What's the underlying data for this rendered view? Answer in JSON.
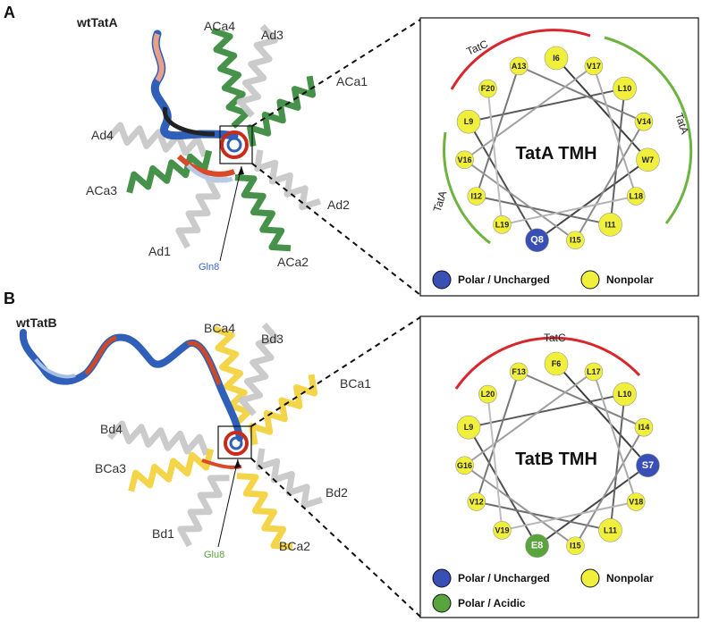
{
  "panel_a": {
    "letter": "A",
    "protein": "wtTatA",
    "helices": [
      "ACa4",
      "Ad3",
      "ACa1",
      "Ad4",
      "ACa3",
      "Ad2",
      "Ad1",
      "ACa2"
    ],
    "residue_tag": "Gln8",
    "wheel": {
      "title": "TatA TMH",
      "arc_labels": [
        "TatC",
        "TatA",
        "TatA"
      ],
      "residues": [
        "I6",
        "V17",
        "L10",
        "V14",
        "W7",
        "L18",
        "I11",
        "I15",
        "Q8",
        "L19",
        "I12",
        "V16",
        "L9",
        "F20",
        "A13"
      ],
      "legend": [
        "Polar / Uncharged",
        "Nonpolar"
      ]
    }
  },
  "panel_b": {
    "letter": "B",
    "protein": "wtTatB",
    "helices": [
      "BCa4",
      "Bd3",
      "BCa1",
      "Bd4",
      "BCa3",
      "Bd2",
      "Bd1",
      "BCa2"
    ],
    "residue_tag": "Glu8",
    "wheel": {
      "title": "TatB TMH",
      "arc_labels": [
        "TatC"
      ],
      "residues": [
        "F6",
        "L17",
        "L10",
        "I14",
        "S7",
        "V18",
        "L11",
        "I15",
        "E8",
        "V19",
        "V12",
        "G16",
        "L9",
        "L20",
        "F13"
      ],
      "legend": [
        "Polar / Uncharged",
        "Nonpolar",
        "Polar / Acidic"
      ]
    }
  },
  "colors": {
    "nonpolar": "#f0ef3c",
    "polar_uncharged": "#3a4fb5",
    "polar_acidic": "#5aa43e",
    "tatc_arc": "#d8262b",
    "tata_arc": "#6db33f",
    "tata_helix": "#3d8c40",
    "tatb_helix": "#f3d23e",
    "lipid_helix": "#c8c8c8",
    "tag_a": "#3a66c4",
    "tag_b": "#5aa43e"
  }
}
